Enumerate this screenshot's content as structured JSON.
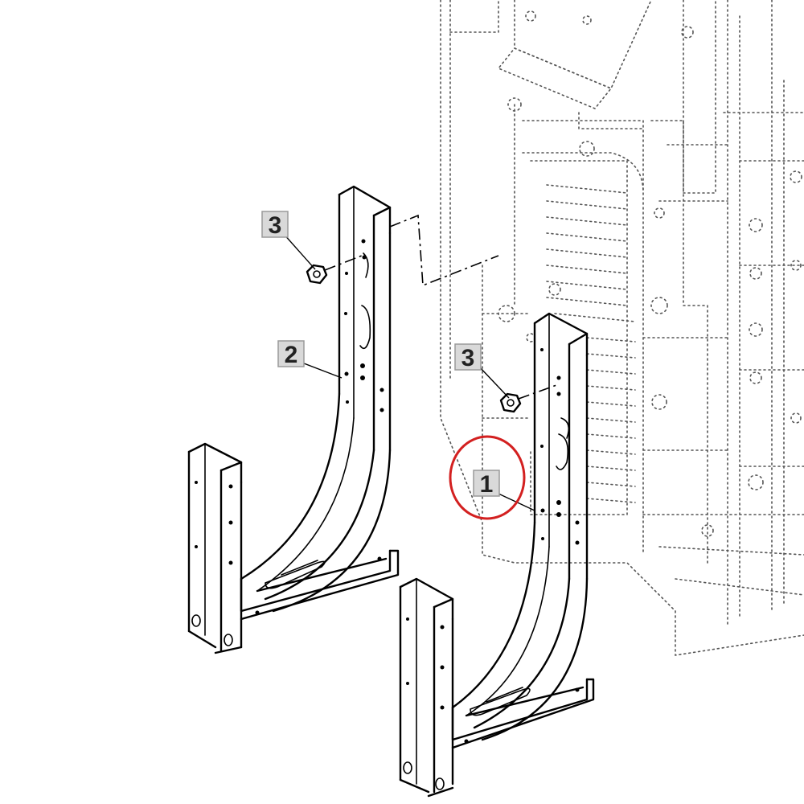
{
  "callouts": [
    {
      "id": "c1",
      "label": "1"
    },
    {
      "id": "c2",
      "label": "2"
    },
    {
      "id": "c3a",
      "label": "3"
    },
    {
      "id": "c3b",
      "label": "3"
    }
  ],
  "highlight_color": "#d32020",
  "callout_box_fill": "#d9d9d9",
  "callout_box_stroke": "#9a9a9a"
}
